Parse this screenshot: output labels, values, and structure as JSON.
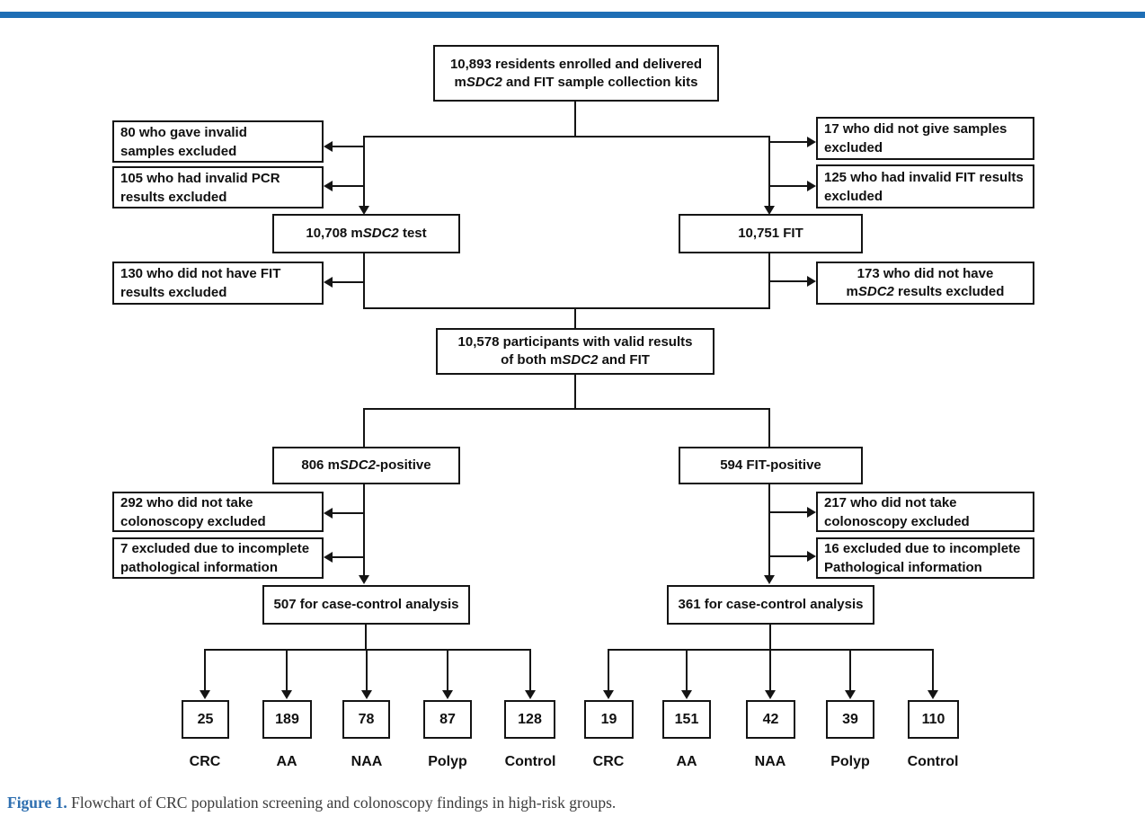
{
  "colors": {
    "accent_blue": "#1e6eb5",
    "caption_label_blue": "#2e6fb0",
    "line_black": "#141414"
  },
  "flowchart": {
    "top_box": {
      "line1": "10,893 residents enrolled and delivered",
      "line2_pre": "m",
      "line2_it": "SDC2",
      "line2_post": " and FIT sample collection kits"
    },
    "excl_left_1": {
      "line1": "80 who gave invalid",
      "line2": "samples excluded"
    },
    "excl_left_2": {
      "line1": "105 who had invalid PCR",
      "line2": "results excluded"
    },
    "excl_right_1": {
      "line1": "17 who did not give samples",
      "line2": "excluded"
    },
    "excl_right_2": {
      "line1": "125 who had invalid FIT results",
      "line2": "excluded"
    },
    "msdc2_test_box": {
      "pre": "10,708 m",
      "it": "SDC2",
      "post": " test"
    },
    "fit_box": "10,751 FIT",
    "excl_left_3": {
      "line1": "130 who did not have FIT",
      "line2": "results excluded"
    },
    "excl_right_3": {
      "line1": "173 who did not have",
      "line2_pre": "m",
      "line2_it": "SDC2",
      "line2_post": " results excluded"
    },
    "valid_box": {
      "line1": "10,578 participants with valid results",
      "line2_pre": "of both m",
      "line2_it": "SDC2",
      "line2_post": " and FIT"
    },
    "msdc2_pos_box": {
      "pre": "806 m",
      "it": "SDC2",
      "post": "-positive"
    },
    "fit_pos_box": "594 FIT-positive",
    "excl_left_4": {
      "line1": "292 who did not take",
      "line2": "colonoscopy excluded"
    },
    "excl_left_5": {
      "line1": "7 excluded due to incomplete",
      "line2": "pathological information"
    },
    "excl_right_4": {
      "line1": "217 who did not take",
      "line2": "colonoscopy excluded"
    },
    "excl_right_5": {
      "line1": "16 excluded due to incomplete",
      "line2": "Pathological information"
    },
    "left_analysis_box": "507 for case-control analysis",
    "right_analysis_box": "361 for case-control analysis",
    "left_outcomes": [
      {
        "count": "25",
        "label": "CRC"
      },
      {
        "count": "189",
        "label": "AA"
      },
      {
        "count": "78",
        "label": "NAA"
      },
      {
        "count": "87",
        "label": "Polyp"
      },
      {
        "count": "128",
        "label": "Control"
      }
    ],
    "right_outcomes": [
      {
        "count": "19",
        "label": "CRC"
      },
      {
        "count": "151",
        "label": "AA"
      },
      {
        "count": "42",
        "label": "NAA"
      },
      {
        "count": "39",
        "label": "Polyp"
      },
      {
        "count": "110",
        "label": "Control"
      }
    ]
  },
  "caption": {
    "label": "Figure 1.",
    "text": " Flowchart of CRC population screening and colonoscopy findings in high-risk groups."
  }
}
